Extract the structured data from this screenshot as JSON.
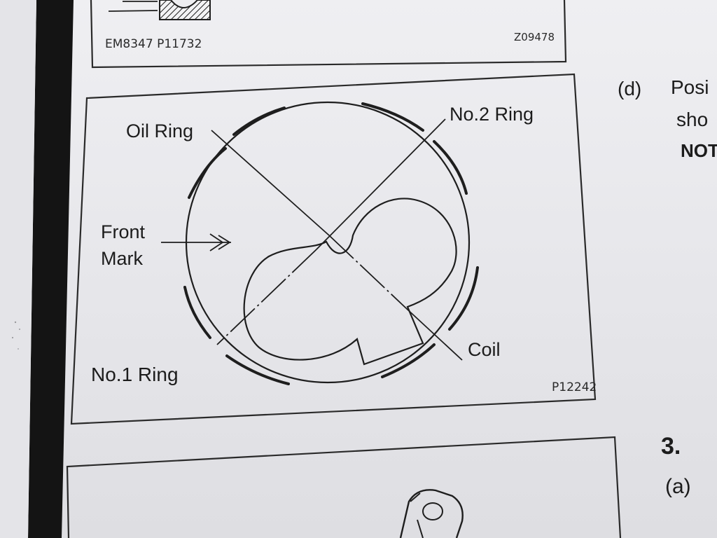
{
  "top_figure": {
    "code_left": "EM8347 P11732",
    "code_right": "Z09478"
  },
  "main_figure": {
    "labels": {
      "oil_ring": "Oil Ring",
      "no2_ring": "No.2 Ring",
      "front_mark_line1": "Front",
      "front_mark_line2": "Mark",
      "no1_ring": "No.1 Ring",
      "coil": "Coil"
    },
    "code": "P12242"
  },
  "side_text": {
    "step_d": "(d)",
    "line1": "Posi",
    "line2": "sho",
    "line3": "NOT",
    "step_3": "3.",
    "step_a": "(a)"
  }
}
